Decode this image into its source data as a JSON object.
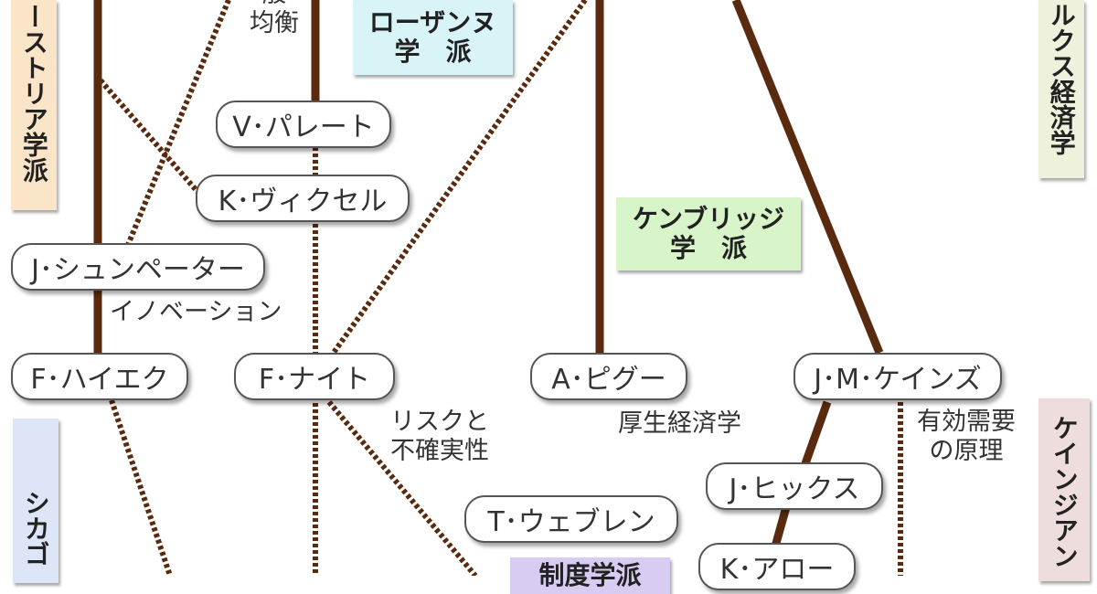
{
  "colors": {
    "line": "#5a2a0e",
    "lausanne_bg": "#d8f4f7",
    "cambridge_bg": "#d7f5c8",
    "austrian_bg": "#fbe5c8",
    "marxian_bg": "#eef2dc",
    "chicago_bg": "#dde6f7",
    "keynesian_bg": "#efdcdc",
    "institutional_bg": "#d9ccf2"
  },
  "schools": {
    "lausanne": {
      "line1": "ローザンヌ",
      "line2": "学　派"
    },
    "cambridge": {
      "line1": "ケンブリッジ",
      "line2": "学　派"
    },
    "austrian": "ーストリア学派",
    "marxian": "ルクス経済学",
    "chicago": "シカゴ",
    "keynesian": "ケインジアン",
    "institutional": "制度学派"
  },
  "economists": {
    "pareto": "V･パレート",
    "wicksell": "K･ヴィクセル",
    "schumpeter": "J･シュンペーター",
    "hayek": "F･ハイエク",
    "knight": "F･ナイト",
    "pigou": "A･ピグー",
    "keynes": "J･M･ケインズ",
    "hicks": "J･ヒックス",
    "veblen": "T･ウェブレン",
    "arrow": "K･アロー"
  },
  "concepts": {
    "general_equilibrium": {
      "line1": "般",
      "line2": "均衡"
    },
    "innovation": "イノベーション",
    "risk": {
      "line1": "リスクと",
      "line2": "不確実性"
    },
    "welfare": "厚生経済学",
    "effective_demand": {
      "line1": "有効需要",
      "line2": "の原理"
    }
  }
}
